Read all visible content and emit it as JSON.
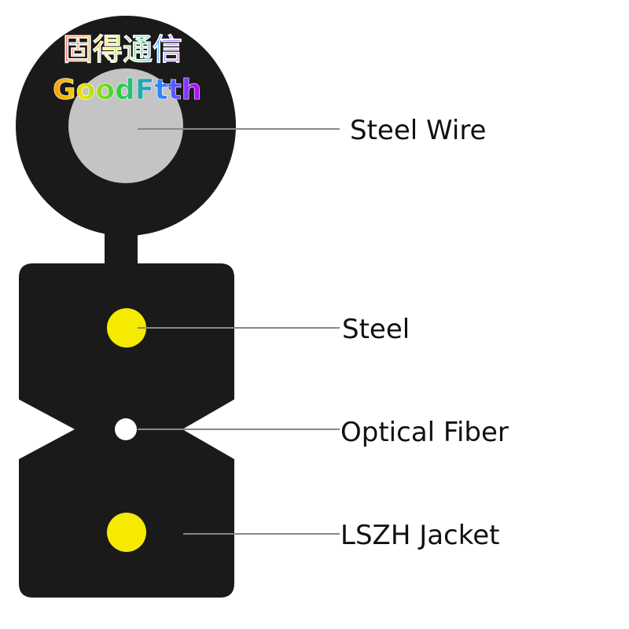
{
  "logo": {
    "chinese": "固得通信",
    "brand": "GoodFtth"
  },
  "labels": {
    "steel_wire": "Steel Wire",
    "steel": "Steel",
    "optical_fiber": "Optical Fiber",
    "lszh_jacket": "LSZH Jacket"
  },
  "colors": {
    "jacket": "#1a1a1a",
    "steel_wire": "#c4c4c4",
    "steel_member": "#f5ea00",
    "fiber": "#ffffff",
    "leader_line": "#888888"
  }
}
